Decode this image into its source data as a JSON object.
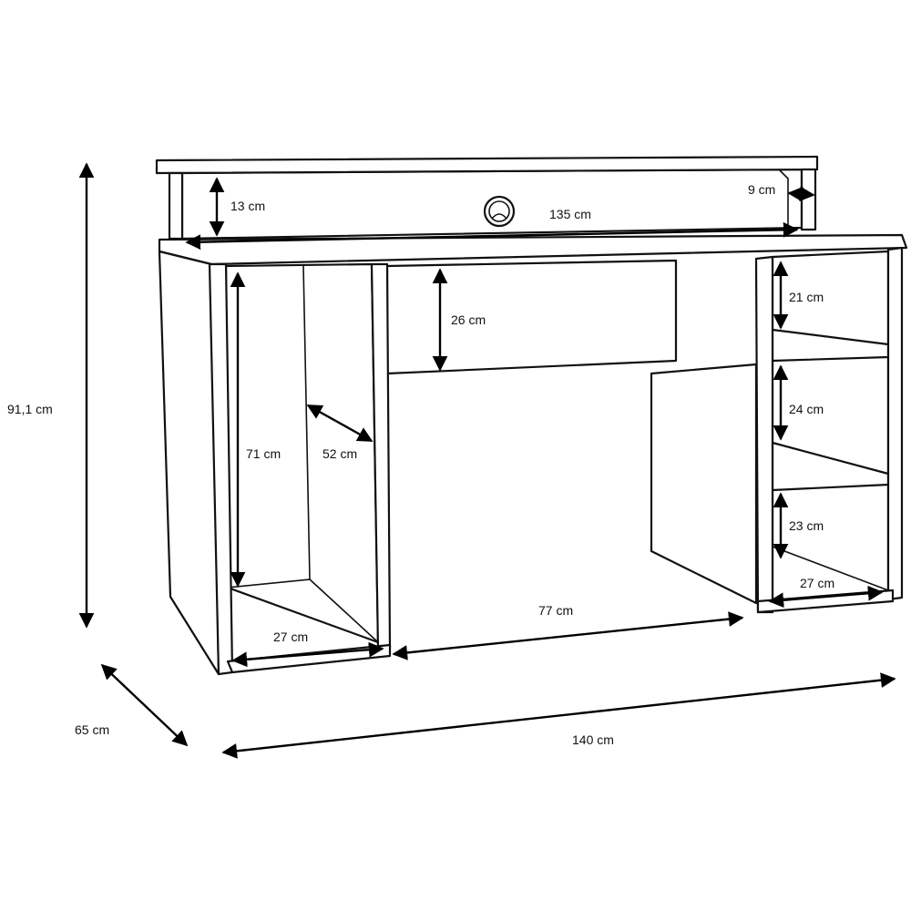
{
  "dimensions": {
    "hutch_height": "13 cm",
    "hutch_width": "135 cm",
    "hutch_depth": "9 cm",
    "drawer_panel_height": "26 cm",
    "right_shelf_top": "21 cm",
    "right_shelf_middle": "24 cm",
    "right_shelf_bottom": "23 cm",
    "right_pedestal_width": "27 cm",
    "left_pedestal_height": "71 cm",
    "left_pedestal_depth": "52 cm",
    "left_pedestal_width": "27 cm",
    "knee_space_width": "77 cm",
    "total_height": "91,1 cm",
    "total_depth": "65 cm",
    "total_width": "140 cm"
  },
  "colors": {
    "line": "#111111",
    "background": "#ffffff"
  }
}
